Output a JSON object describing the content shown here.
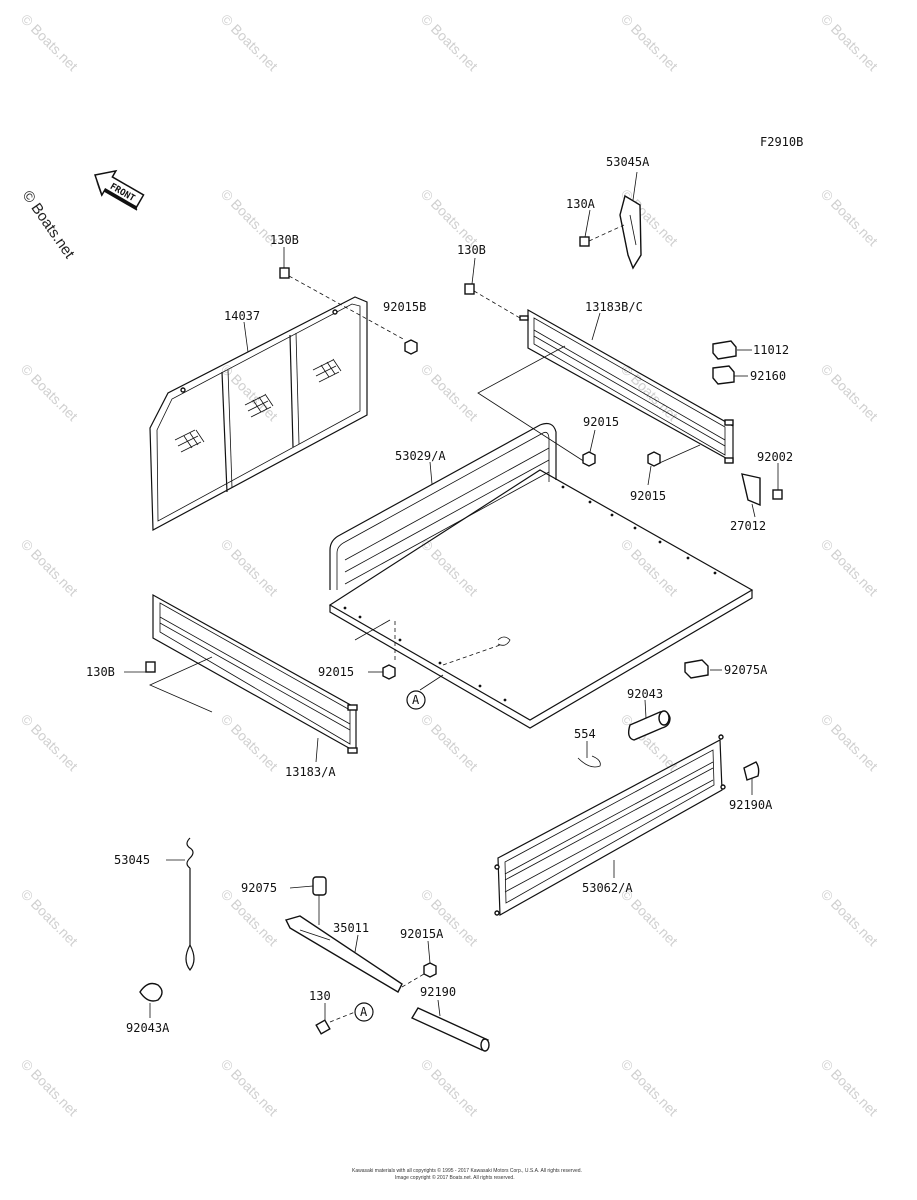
{
  "diagram": {
    "code": "F2910B",
    "front_label": "FRONT",
    "watermark": "© Boats.net",
    "watermark_tile": "© Boats.net",
    "ref_marker": "A",
    "footer_line1": "Kawasaki materials with all copyrights © 1995 - 2017 Kawasaki Motors Corp., U.S.A. All rights reserved.",
    "footer_line2": "Image copyright © 2017 Boats.net. All rights reserved."
  },
  "parts": {
    "p53045A": "53045A",
    "p130A": "130A",
    "p130B_1": "130B",
    "p130B_2": "130B",
    "p130B_3": "130B",
    "p92015B": "92015B",
    "p14037": "14037",
    "p13183BC": "13183B/C",
    "p11012": "11012",
    "p92160": "92160",
    "p92015_1": "92015",
    "p92015_2": "92015",
    "p92015_3": "92015",
    "p53029A": "53029/A",
    "p92002": "92002",
    "p27012": "27012",
    "p92075A": "92075A",
    "p92043": "92043",
    "p554": "554",
    "p13183A": "13183/A",
    "p92190A": "92190A",
    "p53062A": "53062/A",
    "p53045": "53045",
    "p92075": "92075",
    "p35011": "35011",
    "p92015A": "92015A",
    "p130": "130",
    "p92190": "92190",
    "p92043A": "92043A"
  }
}
